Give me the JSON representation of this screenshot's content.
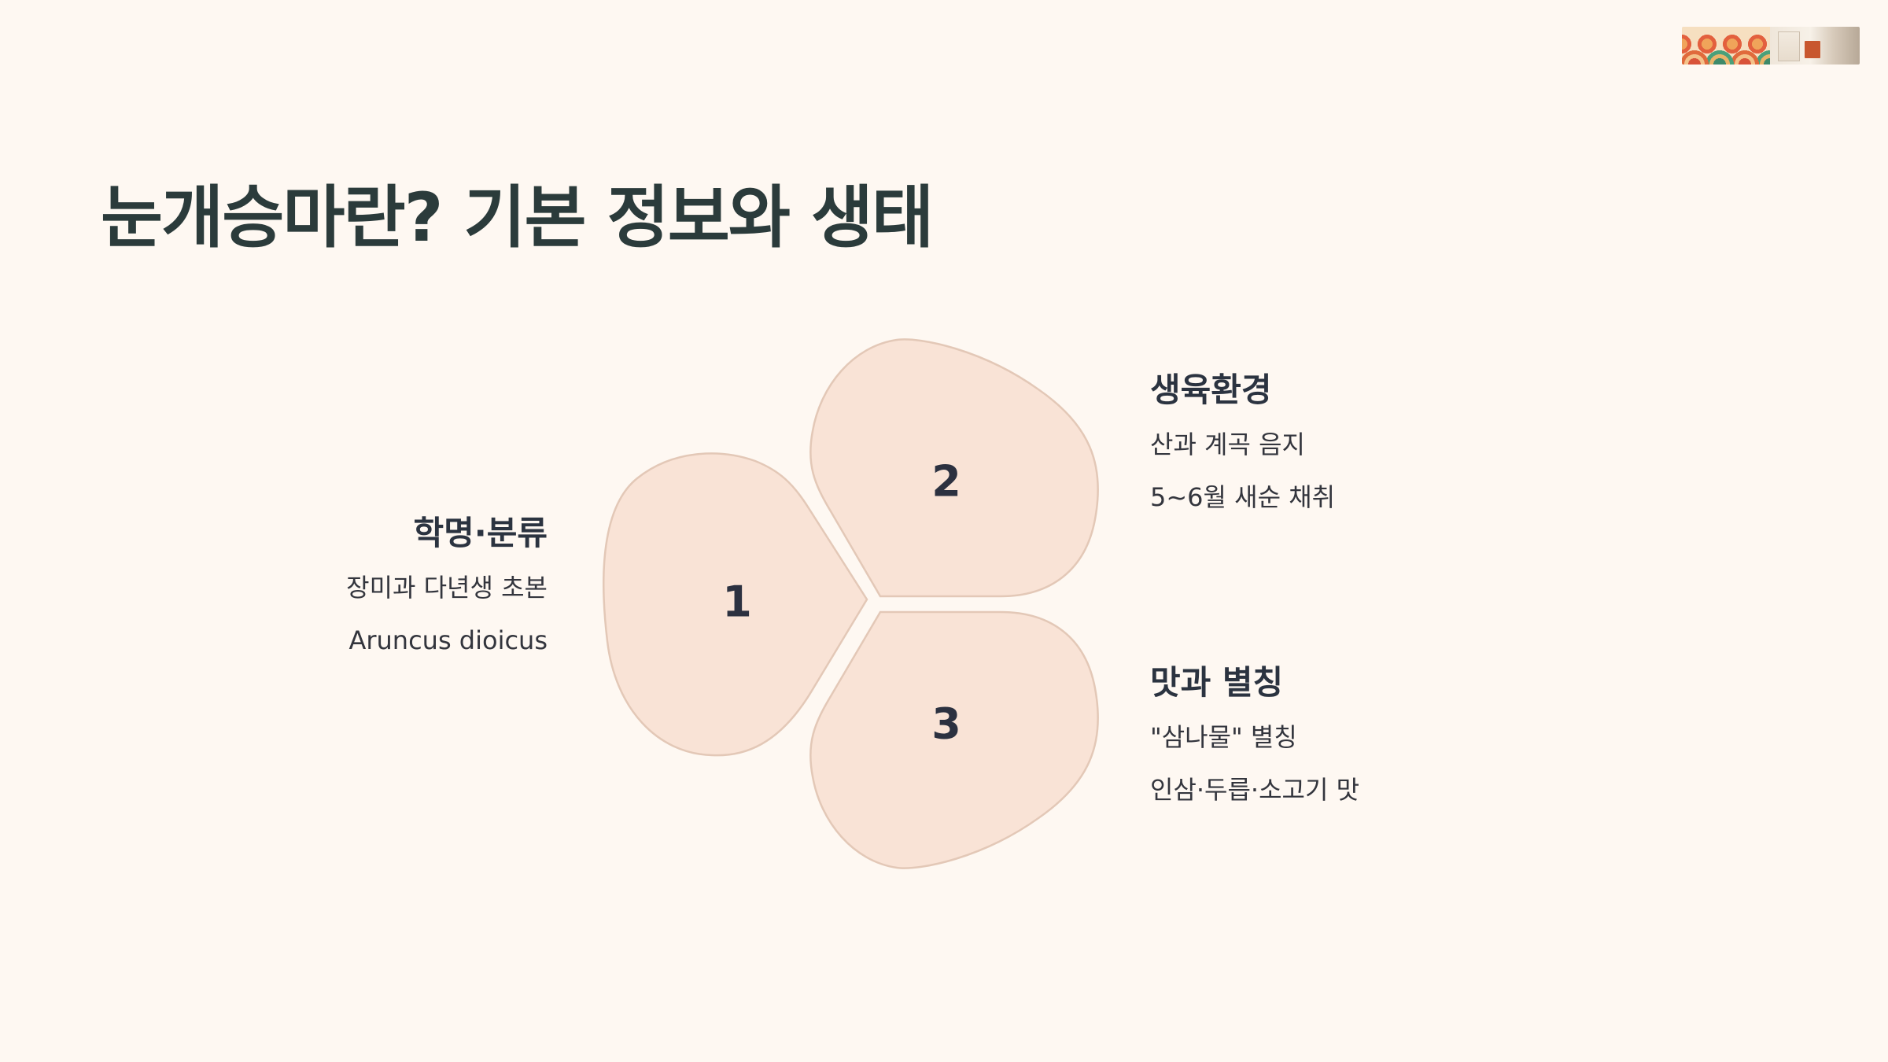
{
  "title": "눈개승마란? 기본 정보와 생태",
  "petals": [
    {
      "number": "1",
      "heading": "학명·분류",
      "lines": [
        "장미과 다년생 초본",
        "Aruncus dioicus"
      ]
    },
    {
      "number": "2",
      "heading": "생육환경",
      "lines": [
        "산과 계곡 음지",
        "5~6월 새순 채취"
      ]
    },
    {
      "number": "3",
      "heading": "맛과 별칭",
      "lines": [
        "\"삼나물\" 별칭",
        "인삼·두릅·소고기 맛"
      ]
    }
  ],
  "colors": {
    "background": "#fef8f2",
    "petal_fill": "#f9e3d6",
    "petal_stroke": "#e3c8b7",
    "title": "#2b3b3b",
    "text": "#33353d"
  }
}
